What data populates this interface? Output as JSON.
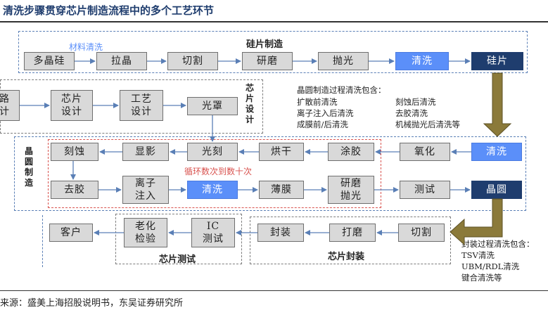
{
  "title": "清洗步骤贯穿芯片制造流程中的多个工艺环节",
  "source": "来源：盛美上海招股说明书，东吴证券研究所",
  "sections": {
    "wafer_mfg": "硅片制造",
    "material_clean": "材料清洗",
    "chip_design": "芯片设计",
    "wafer_fab": "晶圆制造",
    "packaging": "芯片封装",
    "testing": "芯片测试"
  },
  "silicon_row": [
    "多晶硅",
    "拉晶",
    "切割",
    "研磨",
    "抛光",
    "清洗",
    "硅片"
  ],
  "design_row": [
    "电路\n设计",
    "芯片\n设计",
    "工艺\n设计",
    "光罩"
  ],
  "fab_top_row": [
    "刻蚀",
    "显影",
    "光刻",
    "烘干",
    "涂胶",
    "氧化",
    "清洗"
  ],
  "fab_bottom_row": [
    "去胶",
    "离子\n注入",
    "清洗",
    "薄膜",
    "研磨\n抛光",
    "测试",
    "晶圆"
  ],
  "cycle_note": "循环数次到数十次",
  "package_row": [
    "封装",
    "打磨",
    "切割"
  ],
  "test_row": [
    "客户",
    "老化\n检验",
    "IC\n测试"
  ],
  "fab_clean_note": {
    "heading": "晶圆制造过程清洗包含：",
    "col1": [
      "扩散前清洗",
      "离子注入后清洗",
      "成膜前/后清洗"
    ],
    "col2": [
      "刻蚀后清洗",
      "去胶清洗",
      "机械抛光后清洗等"
    ]
  },
  "pkg_clean_note": {
    "heading": "封装过程清洗包含：",
    "items": [
      "TSV清洗",
      "UBM/RDL清洗",
      "键合清洗等"
    ]
  },
  "colors": {
    "highlight": "#5b8ff9",
    "dark": "#1f3d6e",
    "arrow": "#8b7a3a"
  }
}
